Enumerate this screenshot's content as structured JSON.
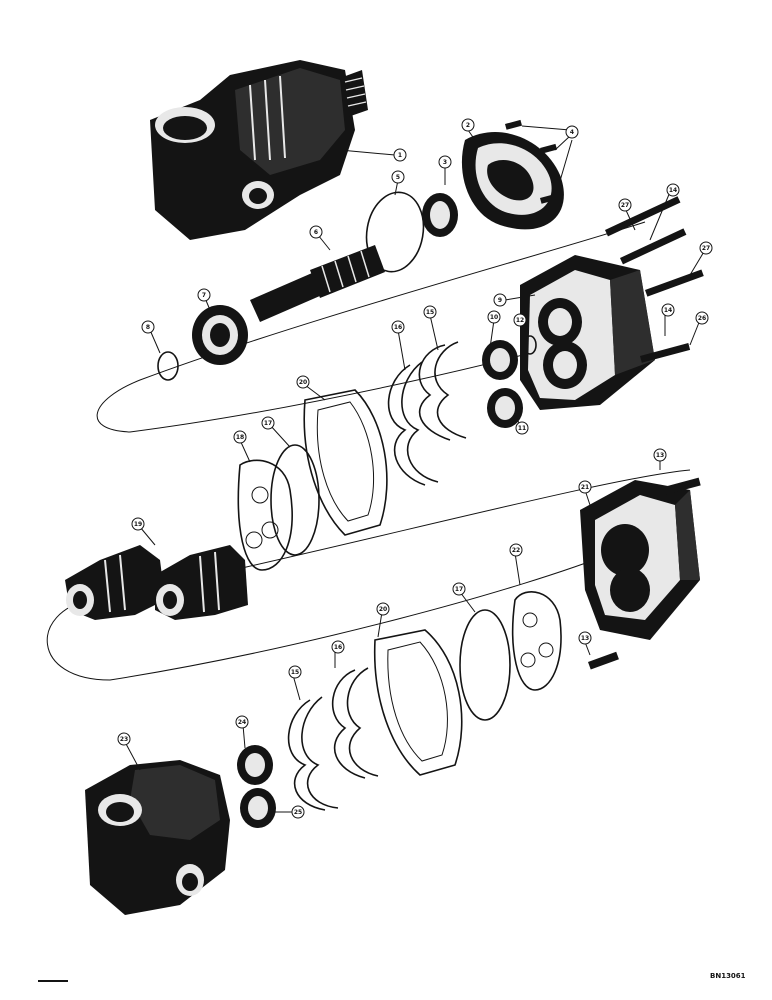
{
  "diagram": {
    "reference_code": "BN13061",
    "callouts": [
      {
        "label": "1"
      },
      {
        "label": "2"
      },
      {
        "label": "3"
      },
      {
        "label": "4"
      },
      {
        "label": "5"
      },
      {
        "label": "6"
      },
      {
        "label": "7"
      },
      {
        "label": "8"
      },
      {
        "label": "9"
      },
      {
        "label": "10"
      },
      {
        "label": "11"
      },
      {
        "label": "12"
      },
      {
        "label": "13"
      },
      {
        "label": "13"
      },
      {
        "label": "14"
      },
      {
        "label": "14"
      },
      {
        "label": "15"
      },
      {
        "label": "15"
      },
      {
        "label": "16"
      },
      {
        "label": "16"
      },
      {
        "label": "17"
      },
      {
        "label": "17"
      },
      {
        "label": "18"
      },
      {
        "label": "19"
      },
      {
        "label": "20"
      },
      {
        "label": "20"
      },
      {
        "label": "21"
      },
      {
        "label": "22"
      },
      {
        "label": "23"
      },
      {
        "label": "24"
      },
      {
        "label": "25"
      },
      {
        "label": "26"
      },
      {
        "label": "27"
      },
      {
        "label": "27"
      }
    ]
  }
}
